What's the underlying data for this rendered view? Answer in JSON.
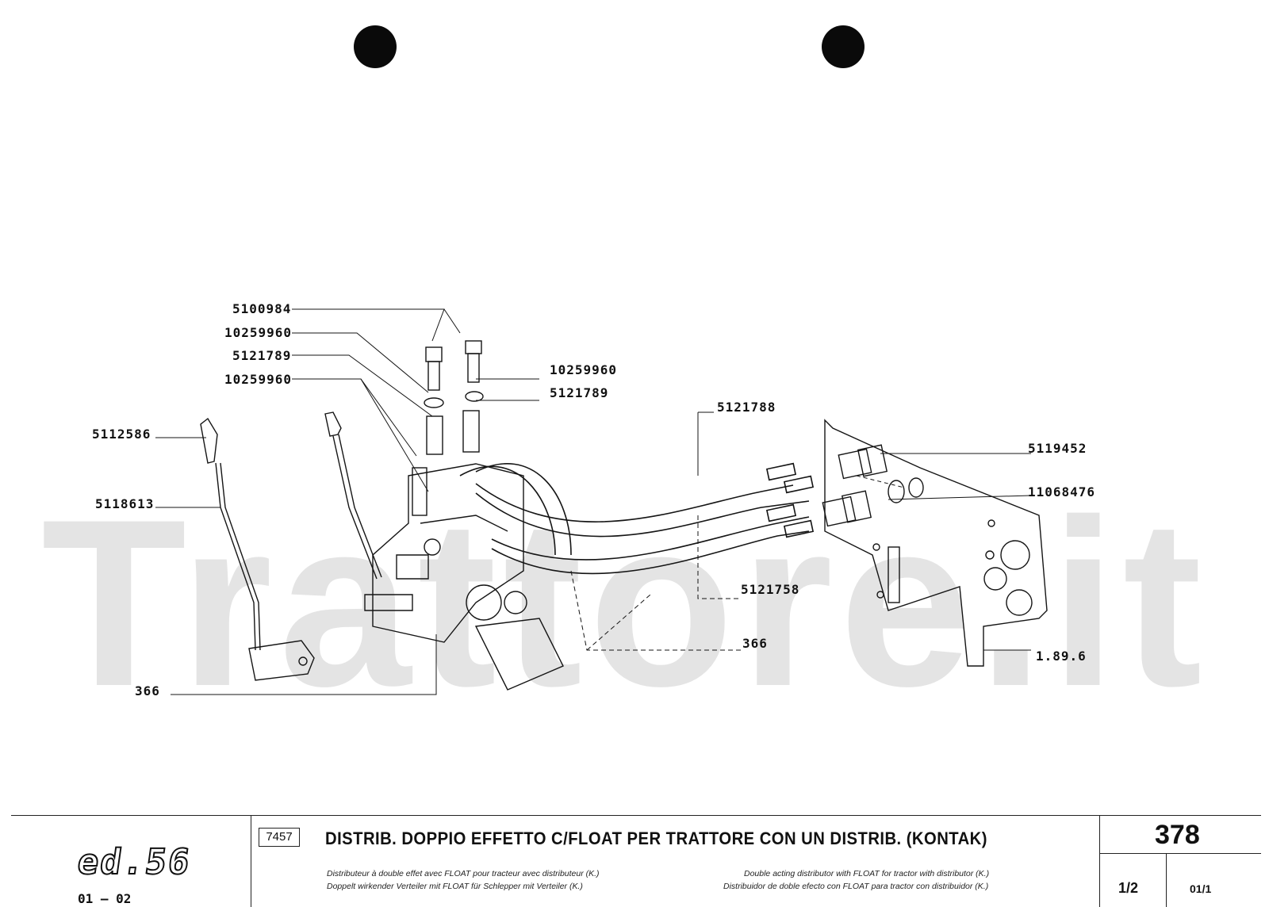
{
  "watermark": "Trattore.it",
  "part_numbers": {
    "p5100984": "5100984",
    "p10259960_a": "10259960",
    "p5121789_a": "5121789",
    "p10259960_b": "10259960",
    "p10259960_c": "10259960",
    "p5121789_b": "5121789",
    "p5121788": "5121788",
    "p5112586": "5112586",
    "p5118613": "5118613",
    "p5119452": "5119452",
    "p11068476": "11068476",
    "p5121758": "5121758",
    "p366_a": "366",
    "p366_b": "366",
    "p1896": "1.89.6"
  },
  "footer": {
    "brand": "ed.56",
    "series": "01 – 02",
    "code": "7457",
    "title": "DISTRIB. DOPPIO EFFETTO C/FLOAT PER TRATTORE CON UN DISTRIB. (KONTAK)",
    "sub_fr": "Distributeur à double effet avec FLOAT pour tracteur avec distributeur (K.)",
    "sub_de": "Doppelt wirkender Verteiler mit FLOAT für Schlepper mit Verteiler (K.)",
    "sub_en": "Double acting distributor with FLOAT for tractor with distributor (K.)",
    "sub_es": "Distribuidor de doble efecto con FLOAT para tractor con distribuidor (K.)",
    "page": "378",
    "sheet": "1/2",
    "rev": "01/1"
  }
}
